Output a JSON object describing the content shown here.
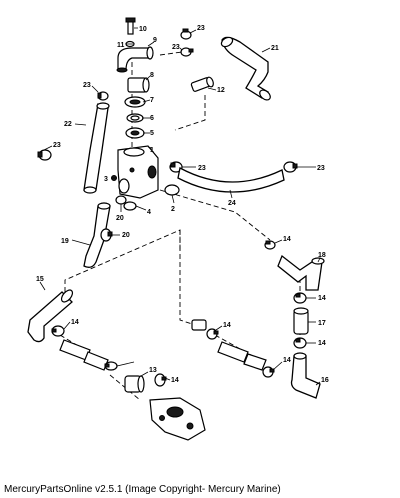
{
  "caption": "MercuryPartsOnline v2.5.1 (Image Copyright- Mercury Marine)",
  "callouts": [
    "10",
    "11",
    "9",
    "23",
    "23",
    "21",
    "8",
    "23",
    "12",
    "7",
    "6",
    "22",
    "23",
    "5",
    "1",
    "23",
    "23",
    "3",
    "24",
    "20",
    "4",
    "2",
    "19",
    "20",
    "14",
    "18",
    "15",
    "14",
    "17",
    "14",
    "14",
    "14",
    "14",
    "13",
    "14",
    "16"
  ]
}
